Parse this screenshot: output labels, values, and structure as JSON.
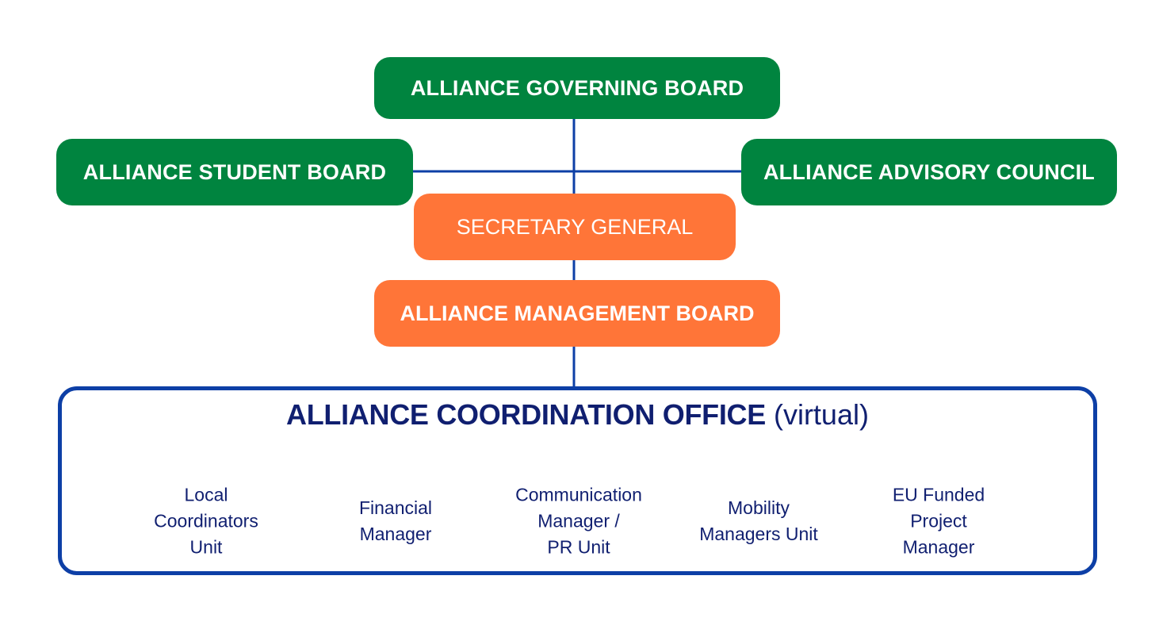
{
  "boards": {
    "governing": "ALLIANCE GOVERNING BOARD",
    "student": "ALLIANCE STUDENT BOARD",
    "advisory": "ALLIANCE ADVISORY COUNCIL",
    "secretary": "SECRETARY GENERAL",
    "management": "ALLIANCE MANAGEMENT BOARD"
  },
  "office": {
    "title": "ALLIANCE COORDINATION OFFICE",
    "subtitle": "(virtual)",
    "units": [
      "Local\nCoordinators\nUnit",
      "Financial\nManager",
      "Communication\nManager /\nPR Unit",
      "Mobility\nManagers Unit",
      "EU Funded\nProject\nManager"
    ]
  },
  "colors": {
    "green": "#00843f",
    "orange": "#ff7538",
    "line": "#0d3fa6",
    "navy_text": "#101f70"
  }
}
